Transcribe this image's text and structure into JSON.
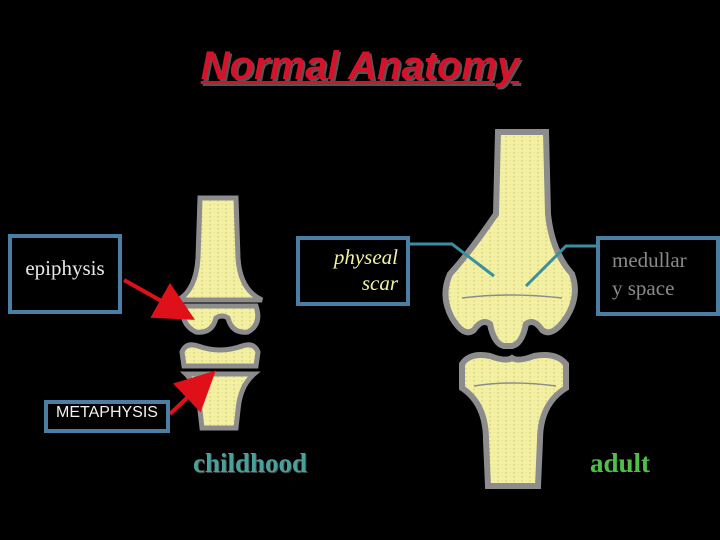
{
  "title": "Normal Anatomy",
  "labels": {
    "epiphysis": "epiphysis",
    "physeal_scar_line1": "physeal",
    "physeal_scar_line2": "scar",
    "medullary_line1": "medullar",
    "medullary_line2": "y space",
    "metaphysis": "METAPHYSIS",
    "childhood": "childhood",
    "adult": "adult"
  },
  "colors": {
    "background": "#000000",
    "title": "#d6122a",
    "bone_fill": "#f4f0a2",
    "bone_outline": "#8c8c8c",
    "arrow": "#e0101a",
    "pointer_line": "#3a8fa0",
    "box_border": "#4a7fa3"
  }
}
